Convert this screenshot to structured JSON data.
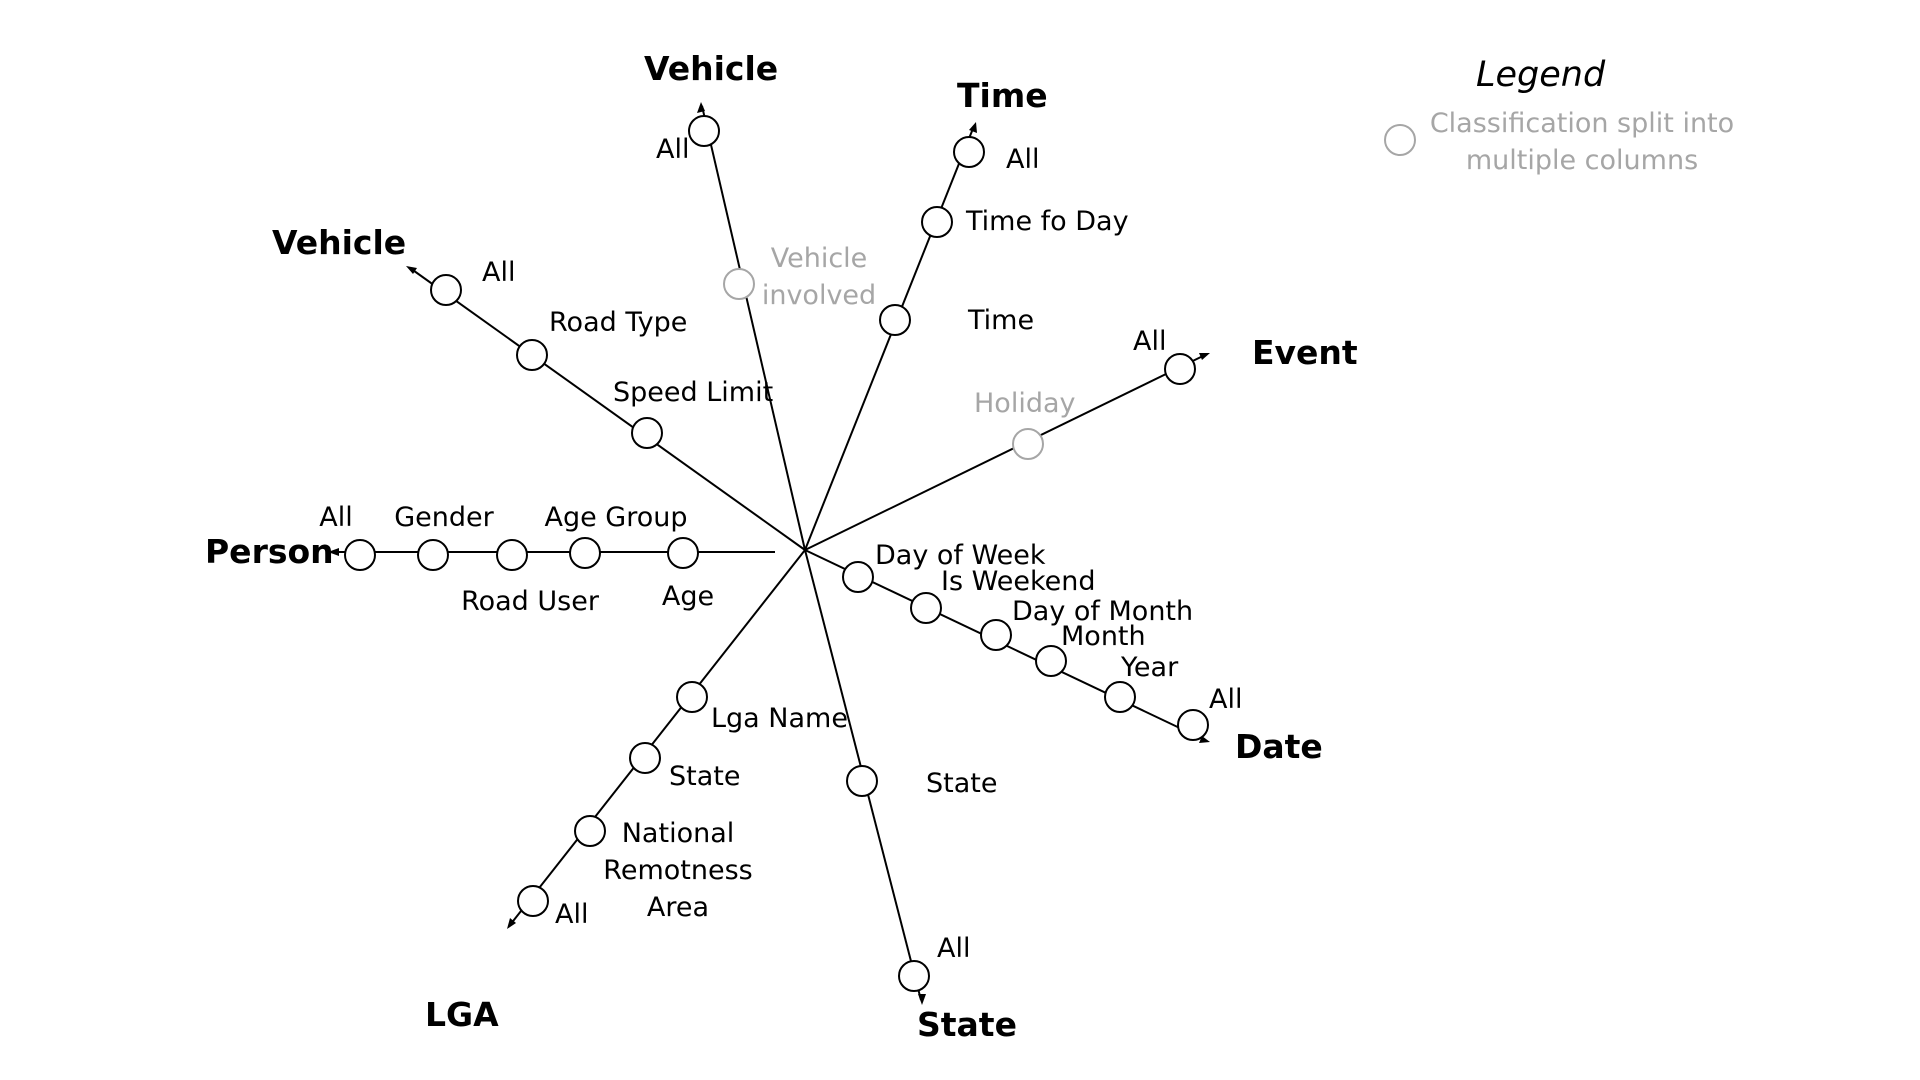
{
  "center_label": "",
  "dimensions": {
    "vehicle_roads": {
      "title": "Vehicle",
      "levels": [
        "Speed Limit",
        "Road Type",
        "All"
      ]
    },
    "vehicle_involved": {
      "title": "Vehicle",
      "levels": [
        "Vehicle",
        "involved",
        "All"
      ]
    },
    "time": {
      "title": "Time",
      "levels": [
        "Time",
        "Time fo Day",
        "All"
      ]
    },
    "event": {
      "title": "Event",
      "levels": [
        "Holiday",
        "All"
      ]
    },
    "person": {
      "title": "Person",
      "levels": [
        "Age",
        "Age Group",
        "Road User",
        "Gender",
        "All"
      ]
    },
    "date": {
      "title": "Date",
      "levels": [
        "Day of Week",
        "Is Weekend",
        "Day of Month",
        "Month",
        "Year",
        "All"
      ]
    },
    "state": {
      "title": "State",
      "levels": [
        "State",
        "All"
      ]
    },
    "lga": {
      "title": "LGA",
      "levels": [
        "Lga Name",
        "State",
        "National",
        "Remotness",
        "Area",
        "All"
      ]
    }
  },
  "legend": {
    "title": "Legend",
    "line1": "Classification split into",
    "line2": "multiple columns",
    "marker_color": "#a6a6a6"
  },
  "colors": {
    "line": "#000000",
    "muted": "#a6a6a6",
    "background": "#ffffff"
  }
}
